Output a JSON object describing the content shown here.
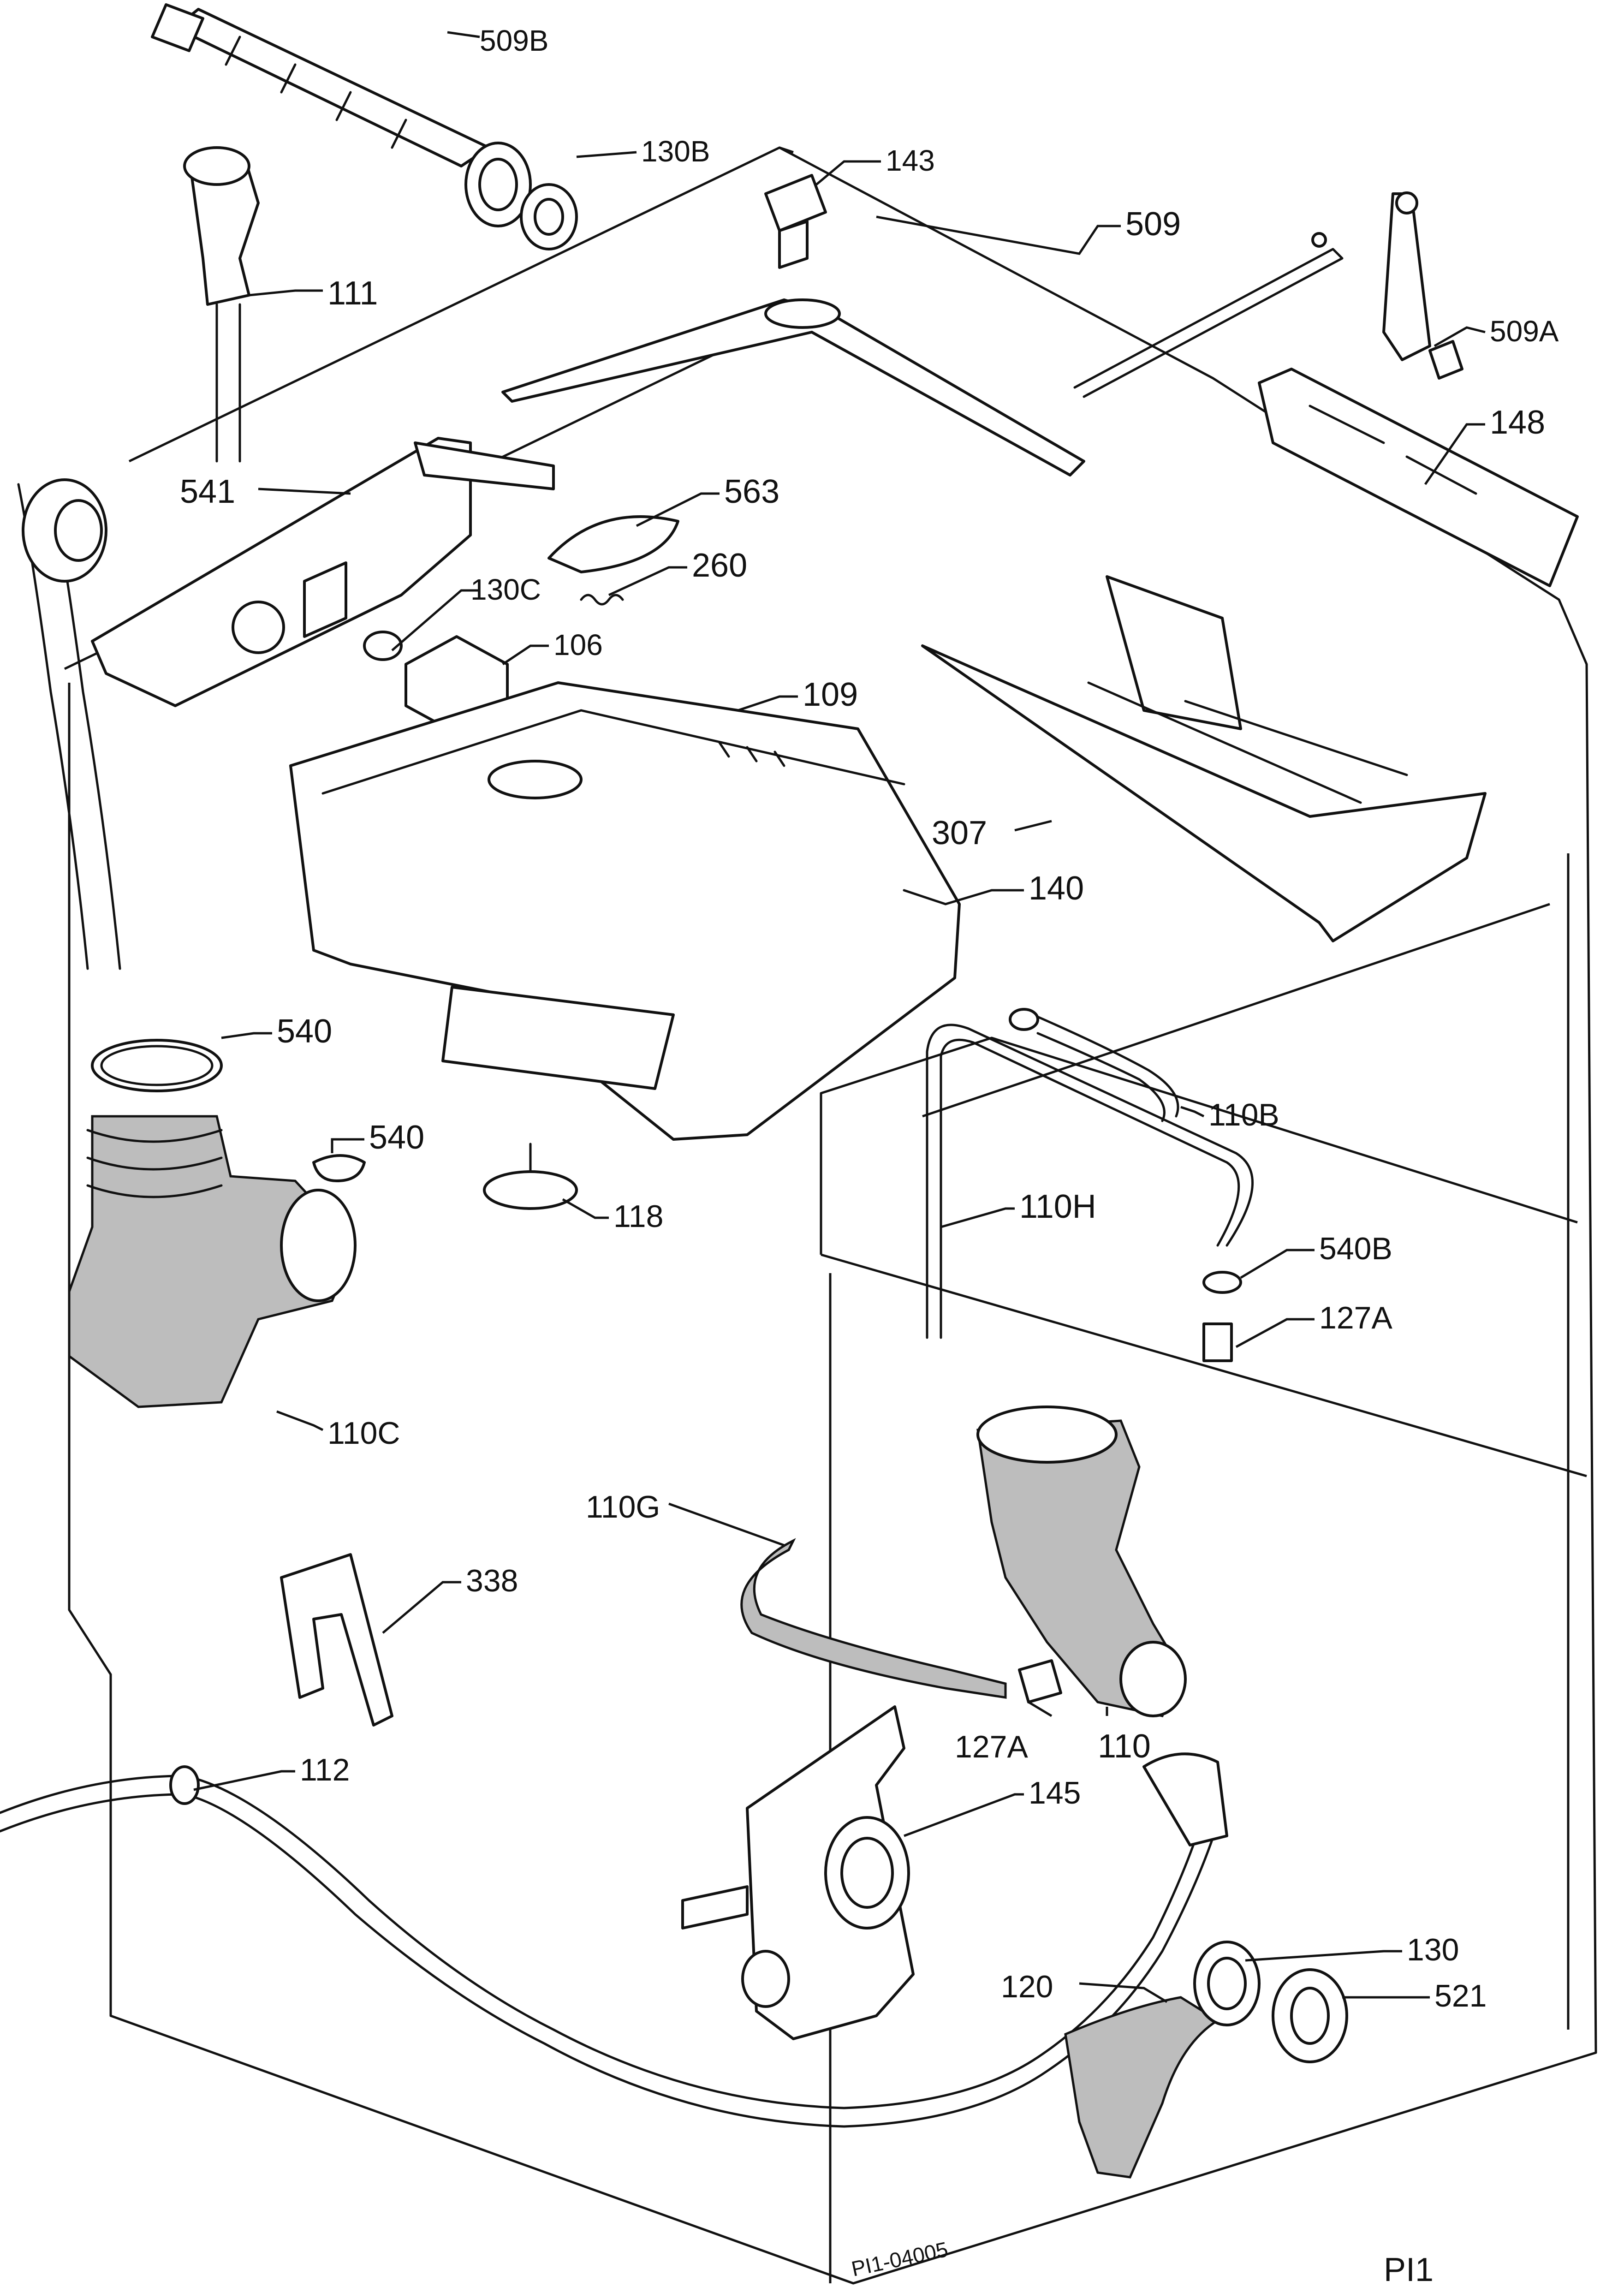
{
  "diagram": {
    "labels": {
      "p509B": "509B",
      "p130B": "130B",
      "p143": "143",
      "p509": "509",
      "p111": "111",
      "p509A": "509A",
      "p148": "148",
      "p541": "541",
      "p563": "563",
      "p260": "260",
      "p130C": "130C",
      "p106": "106",
      "p109": "109",
      "p307": "307",
      "p140": "140",
      "p540a": "540",
      "p540b": "540",
      "p110B": "110B",
      "p118": "118",
      "p110H": "110H",
      "p540B": "540B",
      "p127Aa": "127A",
      "p110C": "110C",
      "p110G": "110G",
      "p338": "338",
      "p127Ab": "127A",
      "p110": "110",
      "p112": "112",
      "p145": "145",
      "p130": "130",
      "p120": "120",
      "p521": "521"
    },
    "drawing_number": "PI1-04005",
    "page_code": "PI1"
  }
}
